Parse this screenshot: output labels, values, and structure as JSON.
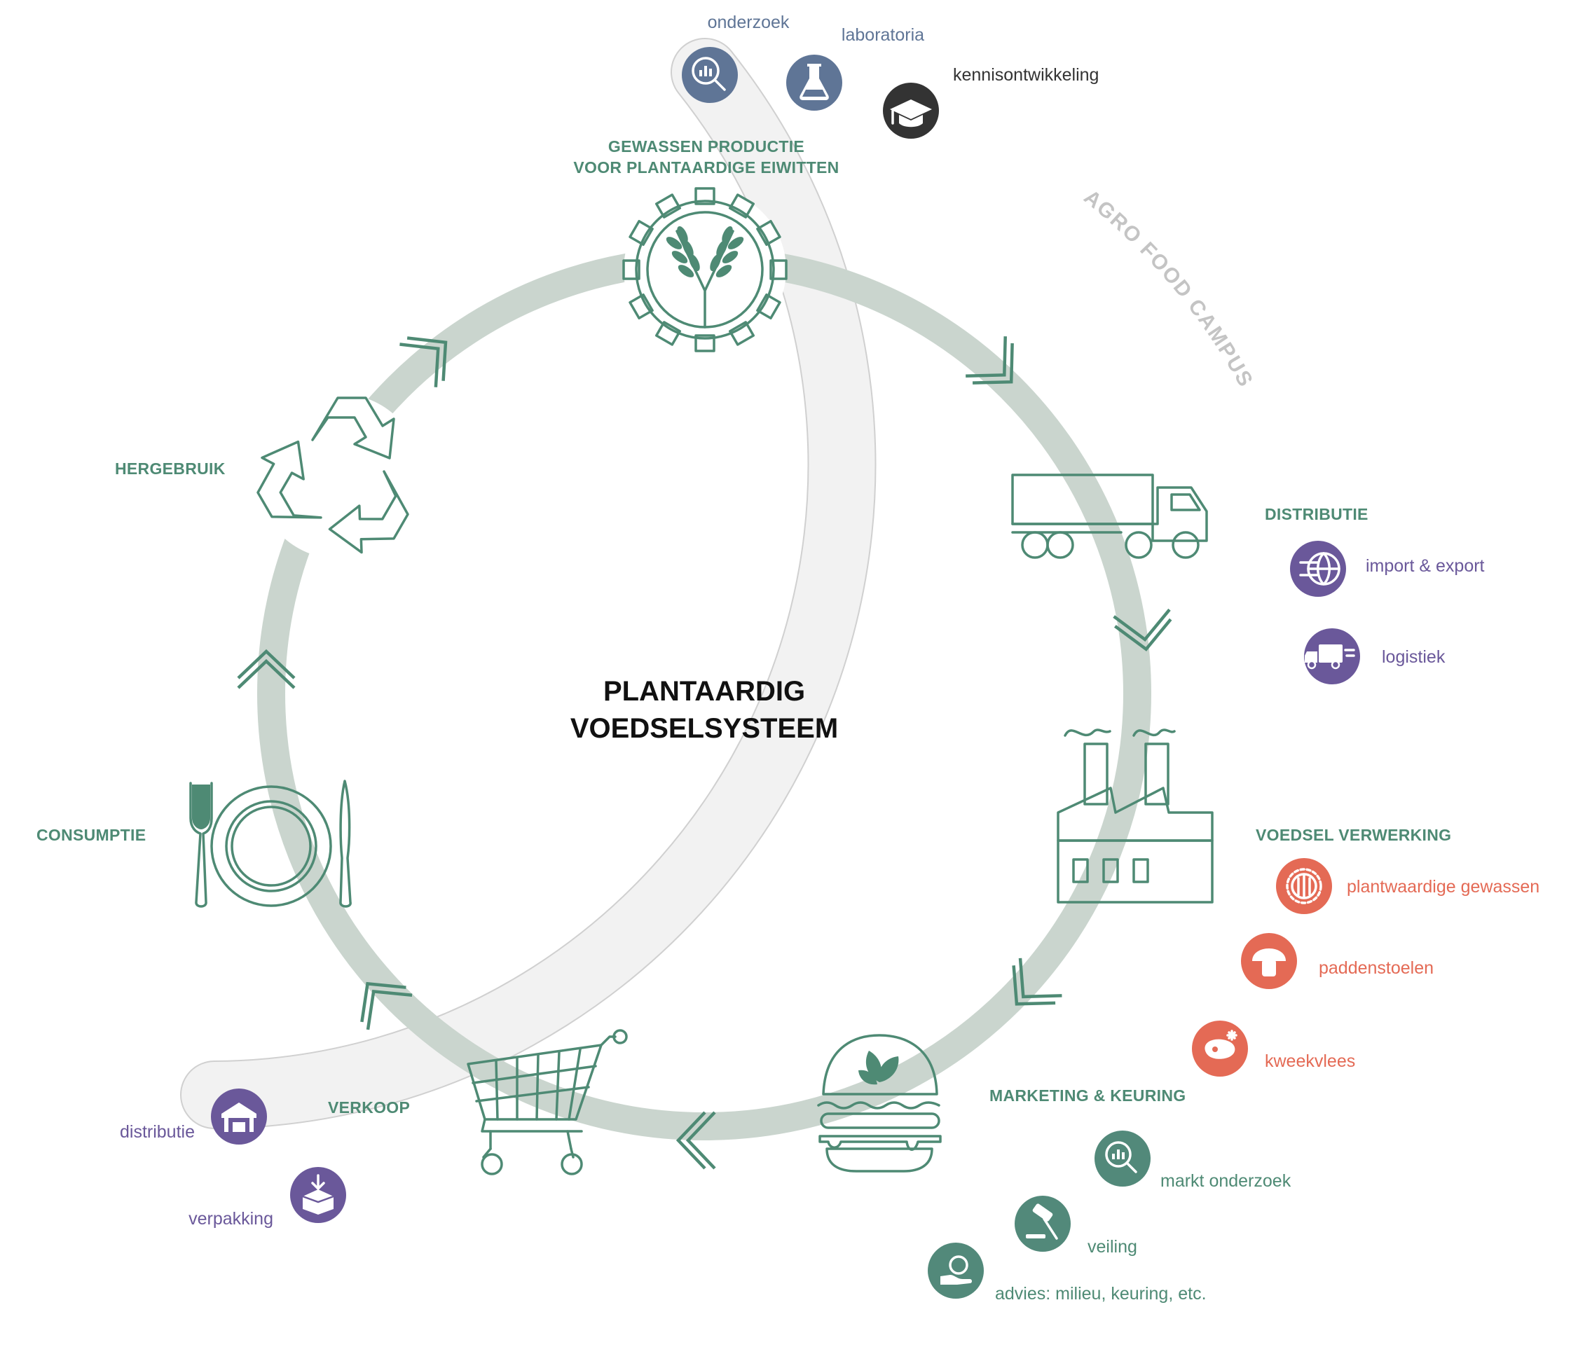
{
  "title": {
    "line1": "PLANTAARDIG",
    "line2": "VOEDSELSYSTEEM"
  },
  "campus_label": "AGRO FOOD CAMPUS",
  "colors": {
    "ring": "#cad5ce",
    "stage_green": "#4e8a74",
    "knowledge_blue": "#5f7596",
    "knowledge_dark": "#333333",
    "purple": "#6a589a",
    "coral": "#e46a55",
    "teal": "#52897a",
    "band": "#f2f2f2"
  },
  "stages": {
    "production": {
      "line1": "GEWASSEN PRODUCTIE",
      "line2": "VOOR PLANTAARDIGE EIWITTEN",
      "icon": "wheat-gear-icon"
    },
    "distribution": {
      "label": "DISTRIBUTIE",
      "icon": "truck-icon"
    },
    "processing": {
      "label": "VOEDSEL VERWERKING",
      "icon": "factory-icon"
    },
    "marketing": {
      "label": "MARKETING & KEURING",
      "icon": "burger-icon"
    },
    "sales": {
      "label": "VERKOOP",
      "icon": "shopping-cart-icon"
    },
    "consumption": {
      "label": "CONSUMPTIE",
      "icon": "plate-cutlery-icon"
    },
    "reuse": {
      "label": "HERGEBRUIK",
      "icon": "recycle-icon"
    }
  },
  "knowledge_items": [
    {
      "label": "onderzoek",
      "icon": "research-magnifier-icon",
      "color": "#5f7596"
    },
    {
      "label": "laboratoria",
      "icon": "flask-icon",
      "color": "#5f7596"
    },
    {
      "label": "kennisontwikkeling",
      "icon": "graduation-cap-icon",
      "color": "#333333"
    }
  ],
  "distribution_items": [
    {
      "label": "import & export",
      "icon": "globe-arrows-icon",
      "color": "#6a589a"
    },
    {
      "label": "logistiek",
      "icon": "delivery-truck-icon",
      "color": "#6a589a"
    }
  ],
  "processing_items": [
    {
      "label": "plantwaardige gewassen",
      "icon": "wheat-gear-icon",
      "color": "#e46a55"
    },
    {
      "label": "paddenstoelen",
      "icon": "mushroom-icon",
      "color": "#e46a55"
    },
    {
      "label": "kweekvlees",
      "icon": "cultured-meat-icon",
      "color": "#e46a55"
    }
  ],
  "marketing_items": [
    {
      "label": "markt onderzoek",
      "icon": "market-research-icon",
      "color": "#52897a"
    },
    {
      "label": "veiling",
      "icon": "gavel-icon",
      "color": "#52897a"
    },
    {
      "label": "advies: milieu, keuring, etc.",
      "icon": "advice-hand-icon",
      "color": "#52897a"
    }
  ],
  "sales_items": [
    {
      "label": "distributie",
      "icon": "warehouse-icon",
      "color": "#6a589a"
    },
    {
      "label": "verpakking",
      "icon": "package-icon",
      "color": "#6a589a"
    }
  ]
}
